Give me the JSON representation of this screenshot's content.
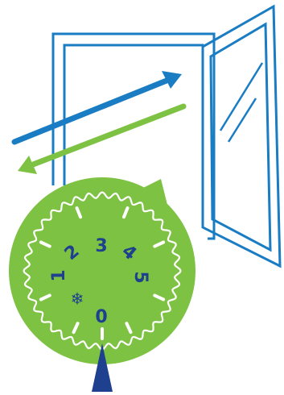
{
  "illustration": {
    "colors": {
      "window_frame": "#1a7dc4",
      "outgoing_arrow": "#1a7dc4",
      "incoming_arrow": "#7dc242",
      "knob": "#7dc242",
      "knob_details": "#ffffff",
      "numbers": "#1f3f8f",
      "pointer": "#1f3f8f"
    },
    "window": {
      "name": "open-window",
      "state": "open"
    },
    "arrows": [
      {
        "name": "outgoing-airflow-arrow",
        "direction": "out"
      },
      {
        "name": "incoming-airflow-arrow",
        "direction": "in"
      }
    ],
    "dial": {
      "frost_icon": "snowflake-icon",
      "frost_glyph": "❄",
      "labels": {
        "zero": "0",
        "one": "1",
        "two": "2",
        "three": "3",
        "four": "4",
        "five": "5"
      },
      "pointer_icon": "triangle-pointer-icon",
      "current_setting": "0"
    }
  }
}
